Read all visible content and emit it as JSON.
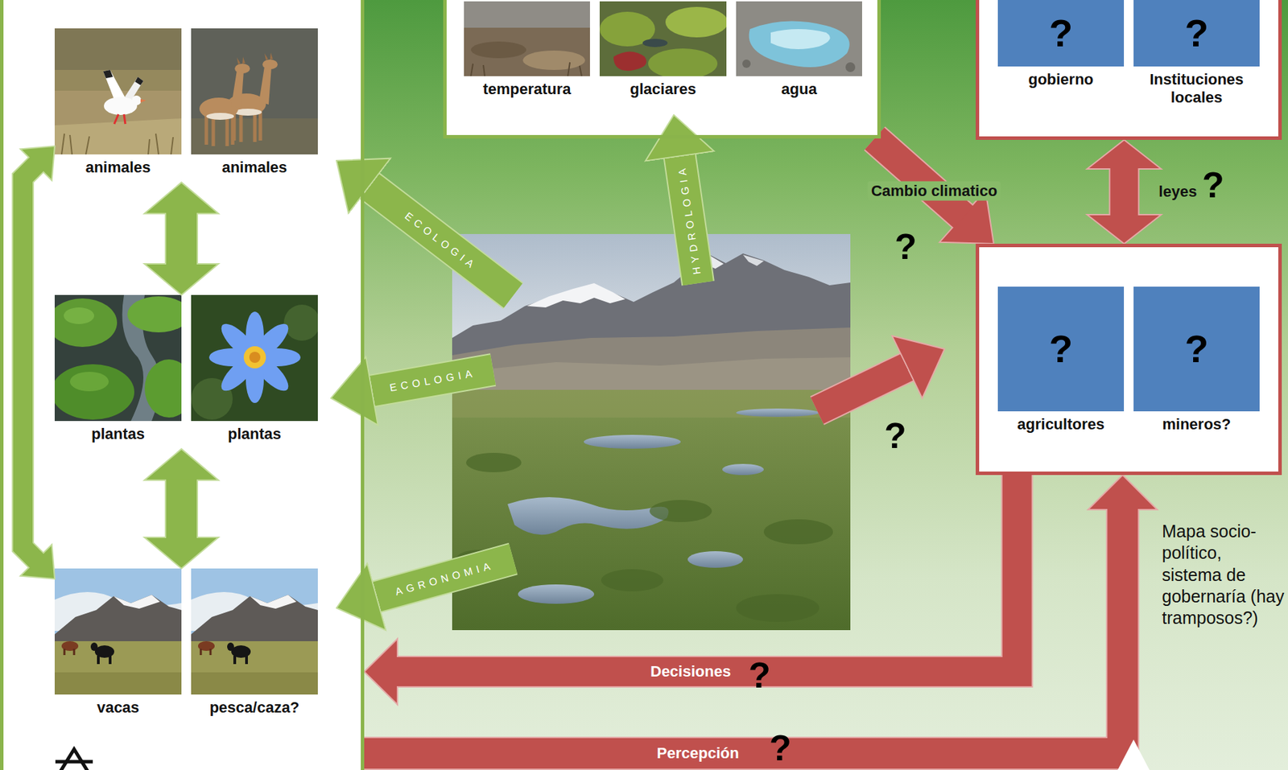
{
  "diagram": {
    "nodes": [
      {
        "text": []
      },
      {
        "text": [
          "animales"
        ],
        "in": 0
      },
      {
        "text": [
          "animales"
        ],
        "in": 0
      },
      {
        "text": [
          "plantas"
        ],
        "in": 0
      },
      {
        "text": [
          "plantas"
        ],
        "in": 0
      },
      {
        "text": [
          "vacas"
        ],
        "in": 0
      },
      {
        "text": [
          "pesca/caza?"
        ],
        "in": 0
      },
      {
        "text": []
      },
      {
        "text": [
          "temperatura"
        ],
        "in": 7
      },
      {
        "text": [
          "glaciares"
        ],
        "in": 7
      },
      {
        "text": [
          "agua"
        ],
        "in": 7
      },
      {
        "text": []
      },
      {
        "text": [
          "?",
          "gobierno"
        ],
        "in": 11
      },
      {
        "text": [
          "?",
          "Instituciones locales"
        ],
        "in": 11
      },
      {
        "text": []
      },
      {
        "text": [
          "?",
          "agricultores"
        ],
        "in": 14
      },
      {
        "text": [
          "?",
          "mineros?"
        ],
        "in": 14
      }
    ],
    "edges": [
      {
        "from": 1,
        "to": 3,
        "arrow": "both"
      },
      {
        "from": 3,
        "to": 5,
        "arrow": "both"
      },
      {
        "from": 1,
        "to": 5,
        "arrow": "both"
      },
      {
        "from": 7,
        "to": 14,
        "label": "Cambio climatico",
        "arrow": "to"
      },
      {
        "from": 11,
        "to": 14,
        "label": "leyes",
        "arrow": "both"
      },
      {
        "from": 14,
        "to": 0,
        "label": "Decisiones",
        "arrow": "to"
      },
      {
        "from": 0,
        "to": 14,
        "label": "Percepción",
        "arrow": "to"
      }
    ],
    "labels": [
      "ECOLOGIA",
      "ECOLOGIA",
      "AGRONOMIA",
      "HYDROLOGIA",
      "?",
      "?",
      "?",
      "?",
      "?",
      "Mapa socio-político, sistema de gobernaría (hay tramposos?)"
    ]
  }
}
